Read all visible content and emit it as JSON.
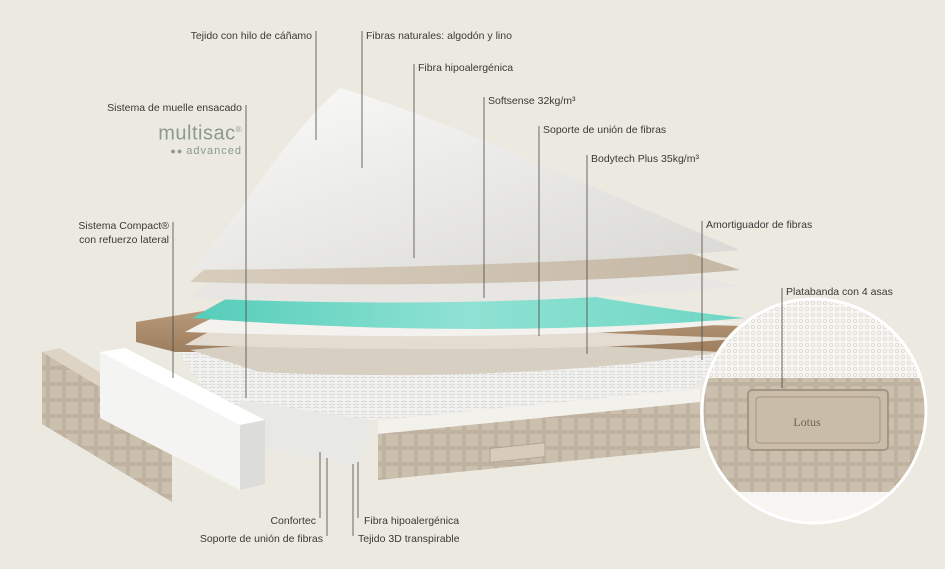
{
  "labels": {
    "tejido_canamo": "Tejido con hilo de cáñamo",
    "fibras_naturales": "Fibras naturales: algodón y lino",
    "fibra_hipo_top": "Fibra hipoalergénica",
    "softsense": "Softsense 32kg/m³",
    "soporte_union_top": "Soporte de unión de fibras",
    "bodytech": "Bodytech Plus 35kg/m³",
    "amortiguador": "Amortiguador de fibras",
    "platabanda": "Platabanda con 4 asas",
    "muelle_ensacado": "Sistema de muelle ensacado",
    "compact_line1": "Sistema Compact®",
    "compact_line2": "con refuerzo lateral",
    "confortec": "Confortec",
    "soporte_union_bottom": "Soporte de unión de fibras",
    "fibra_hipo_bottom": "Fibra hipoalergénica",
    "tejido_3d": "Tejido 3D transpirable"
  },
  "brand": {
    "name": "multisac",
    "registered": "®",
    "sub": "advanced",
    "dots": "●●"
  },
  "handle_label": "Lotus",
  "colors": {
    "background": "#ece9e1",
    "text": "#3b3935",
    "leader": "#4a4843",
    "brand": "#8a9a8c",
    "teal_foam": "#6fd6c4",
    "beige_fabric": "#cfc3b2",
    "brown_border": "#a98d6e"
  }
}
